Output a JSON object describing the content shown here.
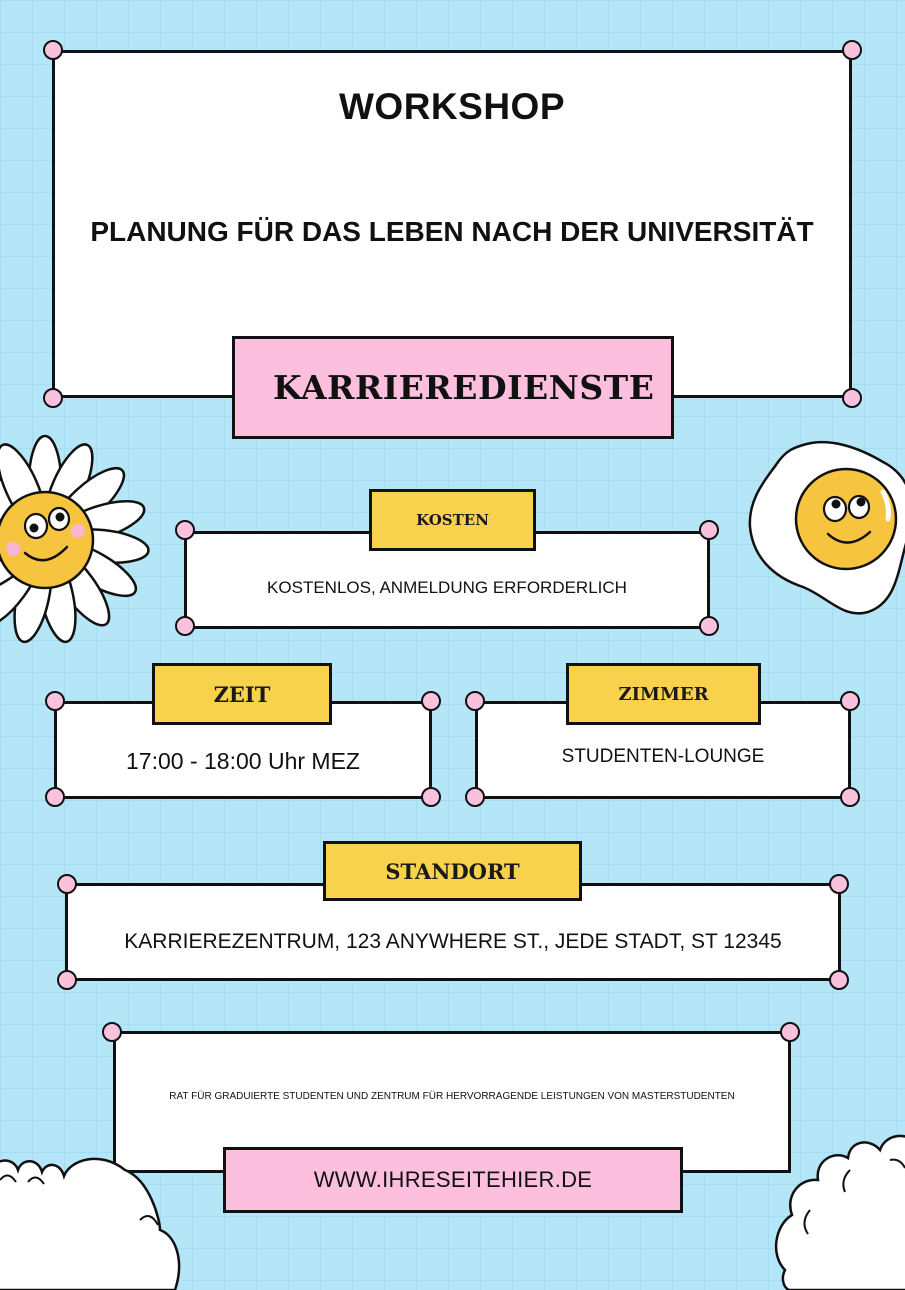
{
  "header": {
    "eyebrow": "WORKSHOP",
    "title": "PLANUNG FÜR DAS LEBEN NACH DER UNIVERSITÄT",
    "organizer_badge": "KARRIEREDIENSTE"
  },
  "cost": {
    "label": "KOSTEN",
    "value": "KOSTENLOS, ANMELDUNG ERFORDERLICH"
  },
  "time": {
    "label": "ZEIT",
    "value": "17:00 - 18:00 Uhr MEZ"
  },
  "room": {
    "label": "ZIMMER",
    "value": "STUDENTEN-LOUNGE"
  },
  "location": {
    "label": "STANDORT",
    "value": "KARRIEREZENTRUM, 123 ANYWHERE ST., JEDE STADT, ST 12345"
  },
  "footer": {
    "hosts": "RAT FÜR GRADUIERTE STUDENTEN UND ZENTRUM FÜR HERVORRAGENDE LEISTUNGEN VON MASTERSTUDENTEN",
    "website": "WWW.IHRESEITEHIER.DE"
  },
  "decorations": {
    "left": "daisy-smiley-icon",
    "right": "fried-egg-smiley-icon",
    "bottom_left": "cloud-icon",
    "bottom_right": "cloud-icon"
  },
  "colors": {
    "background": "#b4e6f8",
    "grid": "#a6dcf0",
    "yellow_tag": "#f8d24c",
    "pink_tag": "#fcc0de",
    "dot_pink": "#f8c1dc",
    "outline": "#111111"
  }
}
